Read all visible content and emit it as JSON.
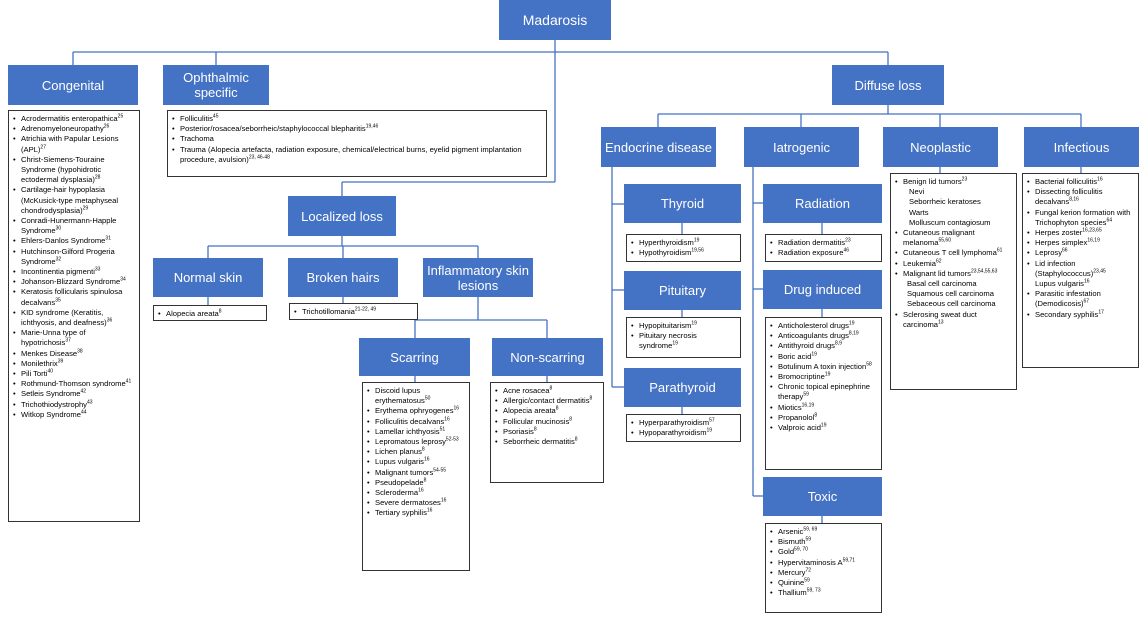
{
  "colors": {
    "header_fill": "#4472c4",
    "header_text": "#ffffff",
    "line": "#4472c4",
    "box_border": "#333333"
  },
  "root": "Madarosis",
  "headers": {
    "congenital": "Congenital",
    "ophthalmic": "Ophthalmic specific",
    "localized": "Localized loss",
    "normal_skin": "Normal skin",
    "broken_hairs": "Broken hairs",
    "inflammatory": "Inflammatory skin lesions",
    "scarring": "Scarring",
    "non_scarring": "Non-scarring",
    "diffuse": "Diffuse loss",
    "endocrine": "Endocrine disease",
    "iatrogenic": "Iatrogenic",
    "neoplastic": "Neoplastic",
    "infectious": "Infectious",
    "thyroid": "Thyroid",
    "pituitary": "Pituitary",
    "parathyroid": "Parathyroid",
    "radiation": "Radiation",
    "drug_induced": "Drug induced",
    "toxic": "Toxic"
  },
  "lists": {
    "congenital": [
      {
        "t": "Acrodermatitis enteropathica",
        "r": "25"
      },
      {
        "t": "Adrenomyeloneuropathy",
        "r": "26"
      },
      {
        "t": "Atrichia with Papular Lesions (APL)",
        "r": "27"
      },
      {
        "t": "Christ-Siemens-Touraine Syndrome (hypohidrotic ectodermal dysplasia)",
        "r": "28"
      },
      {
        "t": "Cartilage-hair hypoplasia (McKusick-type metaphyseal chondrodysplasia)",
        "r": "29"
      },
      {
        "t": "Conradi-Hunermann-Happle Syndrome",
        "r": "30"
      },
      {
        "t": "Ehlers-Danlos Syndrome",
        "r": "31"
      },
      {
        "t": "Hutchinson-Gilford Progeria Syndrome",
        "r": "32"
      },
      {
        "t": "Incontinentia pigmenti",
        "r": "33"
      },
      {
        "t": "Johanson-Blizzard Syndrome",
        "r": "34"
      },
      {
        "t": "Keratosis follicularis spinulosa decalvans",
        "r": "35"
      },
      {
        "t": "KID syndrome (Keratitis, ichthyosis, and deafness)",
        "r": "36"
      },
      {
        "t": "Marie-Unna type of hypotrichosis",
        "r": "37"
      },
      {
        "t": "Menkes Disease",
        "r": "38"
      },
      {
        "t": "Monilethrix",
        "r": "39"
      },
      {
        "t": "Pili Torti",
        "r": "40"
      },
      {
        "t": "Rothmund-Thomson syndrome",
        "r": "41"
      },
      {
        "t": "Setleis Syndrome",
        "r": "42"
      },
      {
        "t": "Trichothiodystrophy",
        "r": "43"
      },
      {
        "t": "Witkop Syndrome",
        "r": "44"
      }
    ],
    "ophthalmic": [
      {
        "t": "Folliculitis",
        "r": "45"
      },
      {
        "t": "Posterior/rosacea/seborrheic/staphylococcal blepharitis",
        "r": "19,46"
      },
      {
        "t": "Trachoma",
        "r": ""
      },
      {
        "t": "Trauma (Alopecia artefacta, radiation exposure, chemical/electrical burns, eyelid pigment implantation procedure, avulsion)",
        "r": "23, 46-48"
      }
    ],
    "normal_skin": [
      {
        "t": "Alopecia areata",
        "r": "8"
      }
    ],
    "broken_hairs": [
      {
        "t": "Trichotillomania",
        "r": "21-22, 49"
      }
    ],
    "scarring": [
      {
        "t": "Discoid lupus erythematosus",
        "r": "50"
      },
      {
        "t": "Erythema ophryogenes",
        "r": "16"
      },
      {
        "t": "Folliculitis decalvans",
        "r": "16"
      },
      {
        "t": "Lamellar ichthyosis",
        "r": "51"
      },
      {
        "t": "Lepromatous leprosy",
        "r": "52-53"
      },
      {
        "t": "Lichen planus",
        "r": "8"
      },
      {
        "t": "Lupus vulgaris",
        "r": "16"
      },
      {
        "t": "Malignant tumors",
        "r": "54-55"
      },
      {
        "t": "Pseudopelade",
        "r": "8"
      },
      {
        "t": "Scleroderma",
        "r": "16"
      },
      {
        "t": "Severe dermatoses",
        "r": "16"
      },
      {
        "t": "Tertiary syphilis",
        "r": "16"
      }
    ],
    "non_scarring": [
      {
        "t": "Acne rosacea",
        "r": "8"
      },
      {
        "t": "Allergic/contact dermatitis",
        "r": "8"
      },
      {
        "t": "Alopecia areata",
        "r": "8"
      },
      {
        "t": "Follicular mucinosis",
        "r": "8"
      },
      {
        "t": "Psoriasis",
        "r": "8"
      },
      {
        "t": "Seborrheic dermatitis",
        "r": "8"
      }
    ],
    "thyroid": [
      {
        "t": "Hyperthyroidism",
        "r": "19"
      },
      {
        "t": "Hypothyroidism",
        "r": "19,56"
      }
    ],
    "pituitary": [
      {
        "t": "Hypopituitarism",
        "r": "19"
      },
      {
        "t": "Pituitary necrosis syndrome",
        "r": "19"
      }
    ],
    "parathyroid": [
      {
        "t": "Hyperparathyroidism",
        "r": "57"
      },
      {
        "t": "Hypoparathyroidism",
        "r": "19"
      }
    ],
    "radiation": [
      {
        "t": "Radiation dermatitis",
        "r": "23"
      },
      {
        "t": "Radiation exposure",
        "r": "46"
      }
    ],
    "drug_induced": [
      {
        "t": "Anticholesterol drugs",
        "r": "19"
      },
      {
        "t": "Anticoagulants drugs",
        "r": "8,19"
      },
      {
        "t": "Antithyroid drugs",
        "r": "8,9"
      },
      {
        "t": "Boric acid",
        "r": "19"
      },
      {
        "t": "Botulinum A toxin injection",
        "r": "58"
      },
      {
        "t": "Bromocriptine",
        "r": "19"
      },
      {
        "t": "Chronic topical epinephrine therapy",
        "r": "59"
      },
      {
        "t": "Miotics",
        "r": "16,19"
      },
      {
        "t": "Propanolol",
        "r": "8"
      },
      {
        "t": "Valproic acid",
        "r": "19"
      }
    ],
    "toxic": [
      {
        "t": "Arsenic",
        "r": "59, 69"
      },
      {
        "t": "Bismuth",
        "r": "59"
      },
      {
        "t": "Gold",
        "r": "59, 70"
      },
      {
        "t": "Hypervitaminosis A",
        "r": "59,71"
      },
      {
        "t": "Mercury",
        "r": "72"
      },
      {
        "t": "Quinine",
        "r": "59"
      },
      {
        "t": "Thallium",
        "r": "59, 73"
      }
    ],
    "neoplastic": [
      {
        "t": "Benign lid tumors",
        "r": "23",
        "k": "b"
      },
      {
        "t": "Nevi",
        "r": "",
        "k": "sub"
      },
      {
        "t": "Seborrheic keratoses",
        "r": "",
        "k": "sub"
      },
      {
        "t": "Warts",
        "r": "",
        "k": "sub"
      },
      {
        "t": "Molluscum contagiosum",
        "r": "",
        "k": "sub"
      },
      {
        "t": "Cutaneous malignant melanoma",
        "r": "55,60",
        "k": "b"
      },
      {
        "t": "Cutaneous T cell lymphoma",
        "r": "61",
        "k": "b"
      },
      {
        "t": "Leukemia",
        "r": "62",
        "k": "b"
      },
      {
        "t": "Malignant lid tumors",
        "r": "23,54,55,63",
        "k": "b"
      },
      {
        "t": "Basal cell carcinoma",
        "r": "",
        "k": "sub2"
      },
      {
        "t": "Squamous cell carcinoma",
        "r": "",
        "k": "sub2"
      },
      {
        "t": "Sebaceous cell carcinoma",
        "r": "",
        "k": "sub2"
      },
      {
        "t": "Sclerosing sweat duct carcinoma",
        "r": "13",
        "k": "b"
      }
    ],
    "infectious": [
      {
        "t": "Bacterial folliculitis",
        "r": "16",
        "k": "b"
      },
      {
        "t": "Dissecting folliculitis decalvans",
        "r": "8,16",
        "k": "b"
      },
      {
        "t": "Fungal kerion formation with Trichophyton species",
        "r": "64",
        "k": "b"
      },
      {
        "t": "Herpes zoster",
        "r": "16,23,65",
        "k": "b"
      },
      {
        "t": "Herpes simplex",
        "r": "16,19",
        "k": "b"
      },
      {
        "t": "Leprosy",
        "r": "66",
        "k": "b"
      },
      {
        "t": "Lid infection (Staphylococcus)",
        "r": "23,45",
        "k": "b"
      },
      {
        "t": "Lupus vulgaris",
        "r": "16",
        "k": "plain"
      },
      {
        "t": "Parasitic infestation (Demodicosis)",
        "r": "67",
        "k": "b"
      },
      {
        "t": "Secondary syphilis",
        "r": "17",
        "k": "b"
      }
    ]
  }
}
